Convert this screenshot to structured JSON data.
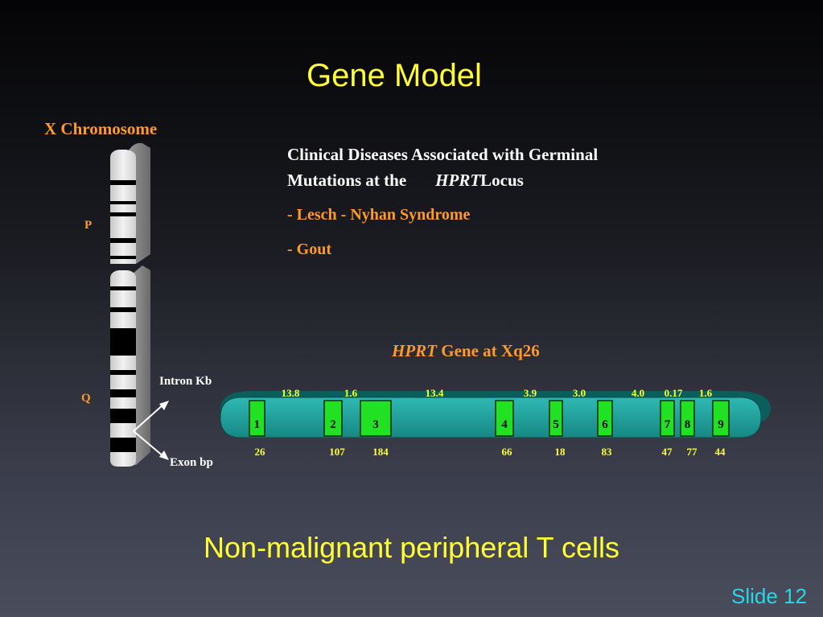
{
  "title": "Gene Model",
  "chromosome": {
    "label": "X Chromosome",
    "p_label": "P",
    "q_label": "Q",
    "intron_label": "Intron Kb",
    "exon_label": "Exon bp"
  },
  "clinical": {
    "line1": "Clinical Diseases Associated with Germinal",
    "line2_prefix": "Mutations at the",
    "line2_gene": "HPRT",
    "line2_suffix": "Locus",
    "diseases": [
      "- Lesch - Nyhan Syndrome",
      "- Gout"
    ]
  },
  "gene": {
    "title_gene": "HPRT",
    "title_suffix": "Gene at Xq26",
    "exons": [
      {
        "label": "1",
        "bp": "26"
      },
      {
        "label": "2",
        "bp": "107"
      },
      {
        "label": "3",
        "bp": "184"
      },
      {
        "label": "4",
        "bp": "66"
      },
      {
        "label": "5",
        "bp": "18"
      },
      {
        "label": "6",
        "bp": "83"
      },
      {
        "label": "7",
        "bp": "47"
      },
      {
        "label": "8",
        "bp": "77"
      },
      {
        "label": "9",
        "bp": "44"
      }
    ],
    "introns": [
      "13.8",
      "1.6",
      "13.4",
      "3.9",
      "3.0",
      "4.0",
      "0.17",
      "1.6"
    ]
  },
  "colors": {
    "title": "#ffff33",
    "accent": "#ff9a2a",
    "gene_body": "#1f9e9a",
    "exon": "#22e022",
    "label_yellow": "#ffff33",
    "slide_number": "#2ad6e6"
  },
  "subtitle": "Non-malignant peripheral T cells",
  "slide_number": "Slide 12"
}
